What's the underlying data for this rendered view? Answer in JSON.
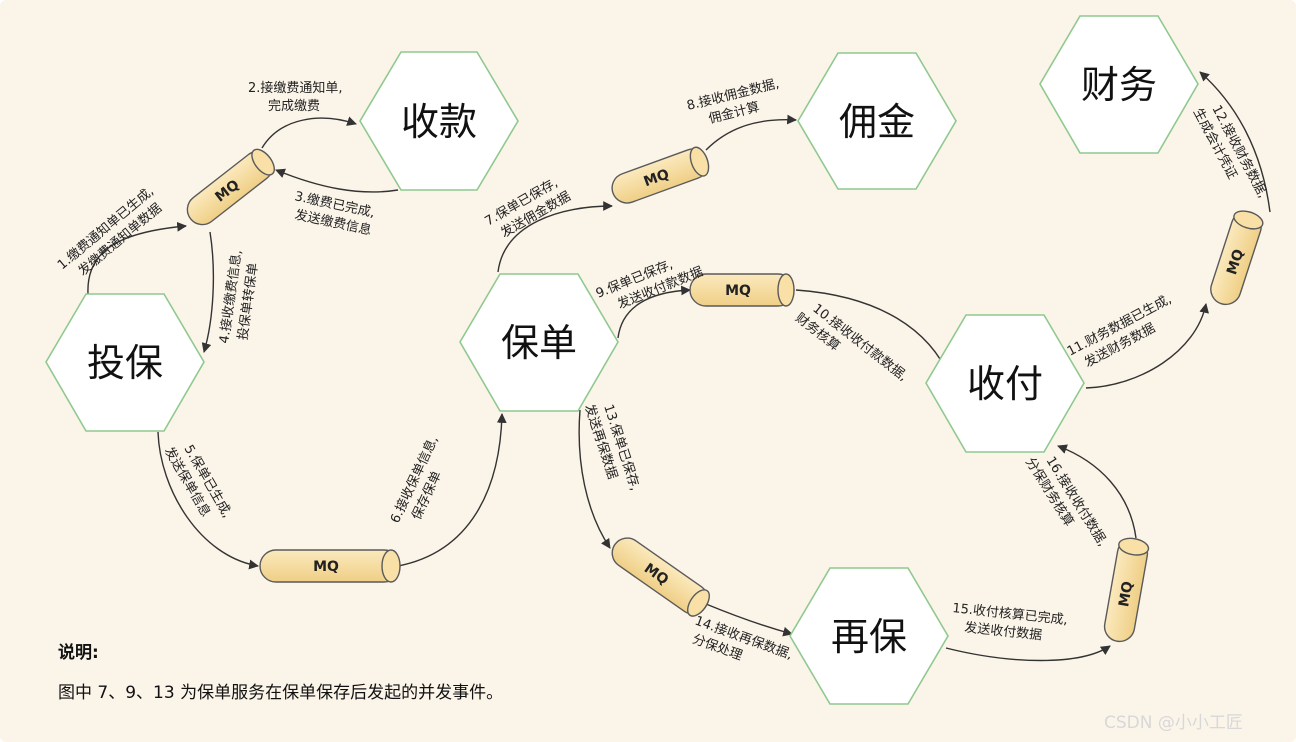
{
  "nodes": {
    "toubao": "投保",
    "shoukuan": "收款",
    "baodan": "保单",
    "yongjin": "佣金",
    "caiwu": "财务",
    "shoufu": "收付",
    "zaibao": "再保"
  },
  "queue_label": "MQ",
  "edges": {
    "e1": [
      "1.缴费通知单已生成,",
      "发缴费通知单数据"
    ],
    "e2": [
      "2.接缴费通知单,",
      "完成缴费"
    ],
    "e3": [
      "3.缴费已完成,",
      "发送缴费信息"
    ],
    "e4": [
      "4.接收缴费信息,",
      "投保单转保单"
    ],
    "e5": [
      "5.保单已生成,",
      "发送保单信息"
    ],
    "e6": [
      "6.接收保单信息,",
      "保存保单"
    ],
    "e7": [
      "7.保单已保存,",
      "发送佣金数据"
    ],
    "e8": [
      "8.接收佣金数据,",
      "佣金计算"
    ],
    "e9": [
      "9.保单已保存,",
      "发送收付款数据"
    ],
    "e10": [
      "10.接收收付款数据,",
      "财务核算"
    ],
    "e11": [
      "11.财务数据已生成,",
      "发送财务数据"
    ],
    "e12": [
      "12.接收财务数据,",
      "生成会计凭证"
    ],
    "e13": [
      "13.保单已保存,",
      "发送再保数据"
    ],
    "e14": [
      "14.接收再保数据,",
      "分保处理"
    ],
    "e15": [
      "15.收付核算已完成,",
      "发送收付数据"
    ],
    "e16": [
      "16.接收收付数据,",
      "分保财务核算"
    ]
  },
  "note": {
    "title": "说明:",
    "text": "图中 7、9、13 为保单服务在保单保存后发起的并发事件。"
  },
  "watermark": "CSDN @小小工匠",
  "colors": {
    "background": "#fbf4e9",
    "hex_fill": "#ffffff",
    "hex_stroke": "#8fc98f",
    "mq_fill": "#f8e0a6",
    "mq_stroke": "#5a5a5a",
    "arrow": "#333333"
  }
}
